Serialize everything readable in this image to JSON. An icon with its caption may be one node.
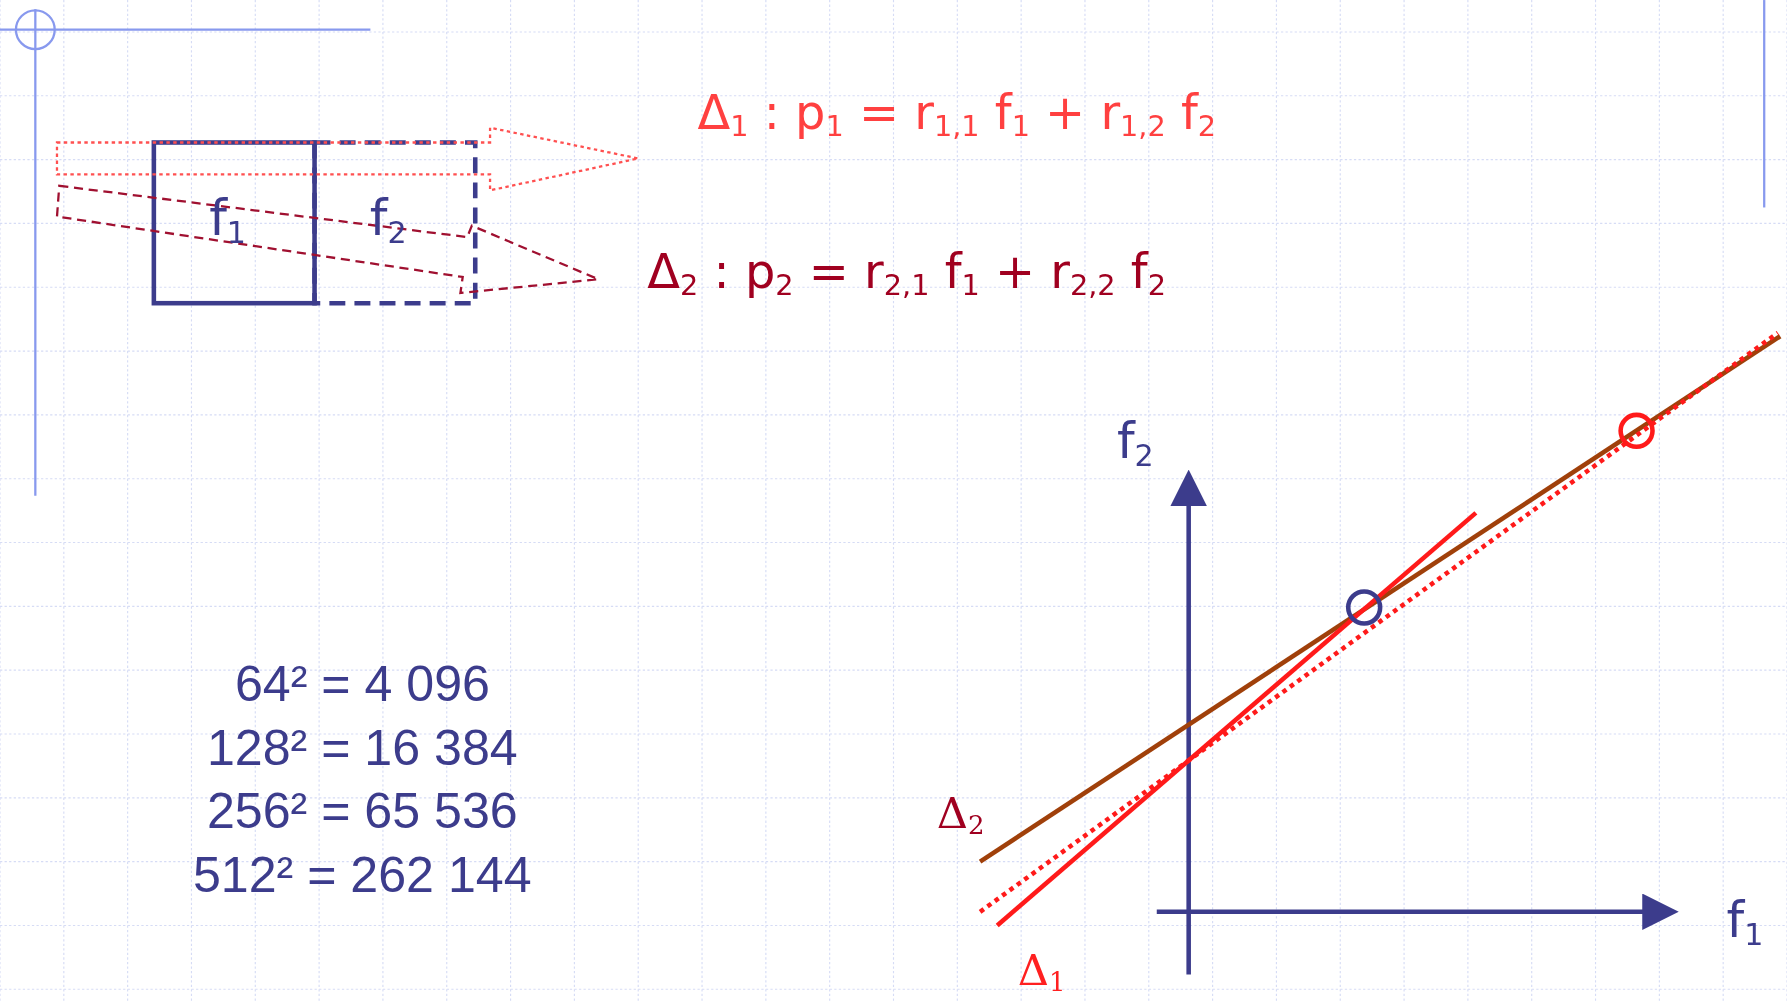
{
  "diagram": {
    "nodes": [
      {
        "text": [
          "f$_{1}$"
        ]
      },
      {
        "text": [
          "f$_{2}$"
        ]
      }
    ],
    "labels": [
      "Δ$_{1}$ : p$_{1}$ = r$_{1,1}$ f$_{1}$ + r$_{1,2}$ f$_{2}$",
      "Δ$_{2}$ : p$_{2}$ = r$_{2,1}$ f$_{1}$ + r$_{2,2}$ f$_{2}$",
      "64² = 4 096",
      "128² = 16 384",
      "256² = 65 536",
      "512² = 262 144",
      "f$_{2}$",
      "f$_{1}$",
      "Δ$_{2}$",
      "Δ$_{1}$"
    ]
  }
}
